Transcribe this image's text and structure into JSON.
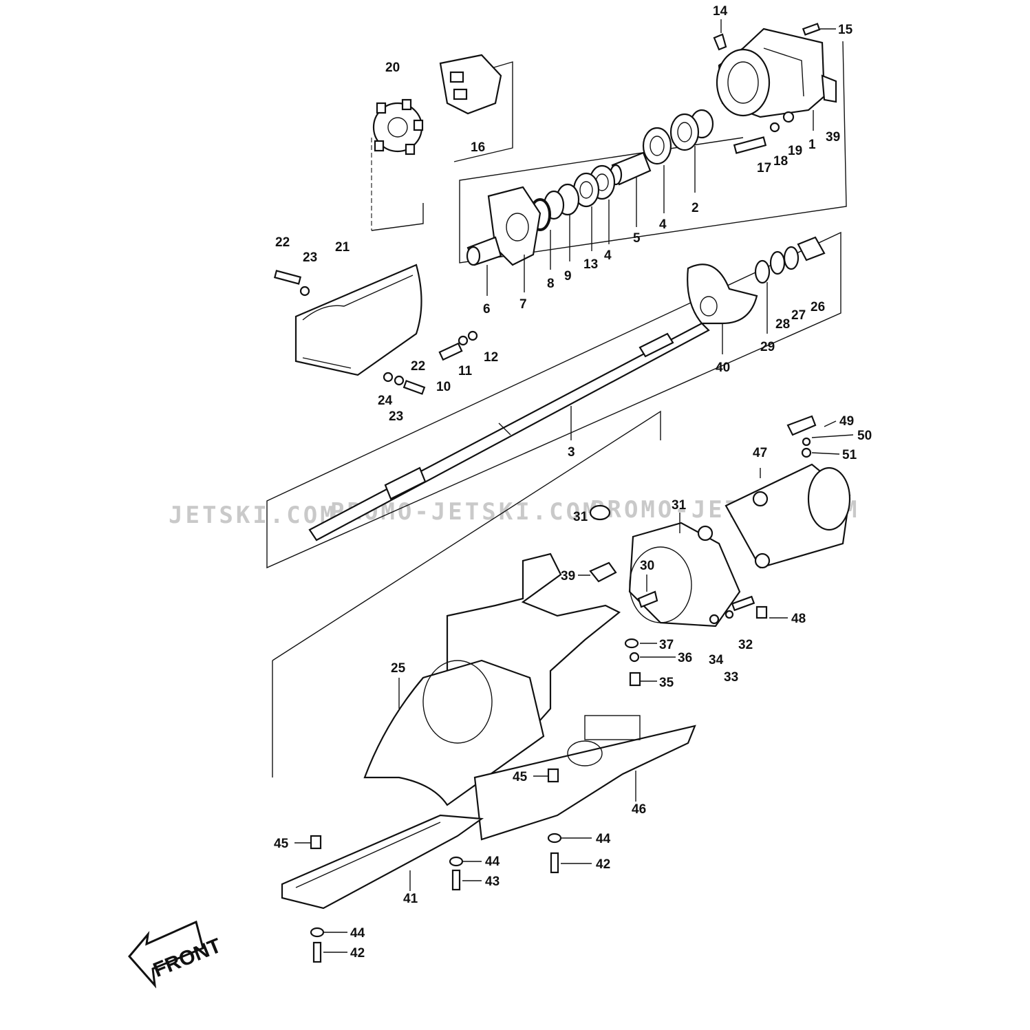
{
  "watermark": {
    "segments": [
      "JETSKI.COM",
      "PROMO-JETSKI.COM",
      "PROMO-JETSKI.COM"
    ]
  },
  "front_arrow_label": "FRONT",
  "callouts": [
    "1",
    "2",
    "3",
    "4",
    "4",
    "5",
    "6",
    "7",
    "8",
    "9",
    "10",
    "11",
    "12",
    "13",
    "14",
    "15",
    "16",
    "17",
    "18",
    "19",
    "20",
    "21",
    "22",
    "22",
    "23",
    "23",
    "24",
    "25",
    "26",
    "27",
    "28",
    "29",
    "30",
    "31",
    "31",
    "32",
    "33",
    "34",
    "35",
    "36",
    "37",
    "39",
    "39",
    "40",
    "41",
    "42",
    "42",
    "43",
    "44",
    "44",
    "44",
    "45",
    "45",
    "46",
    "47",
    "48",
    "49",
    "50",
    "51"
  ]
}
